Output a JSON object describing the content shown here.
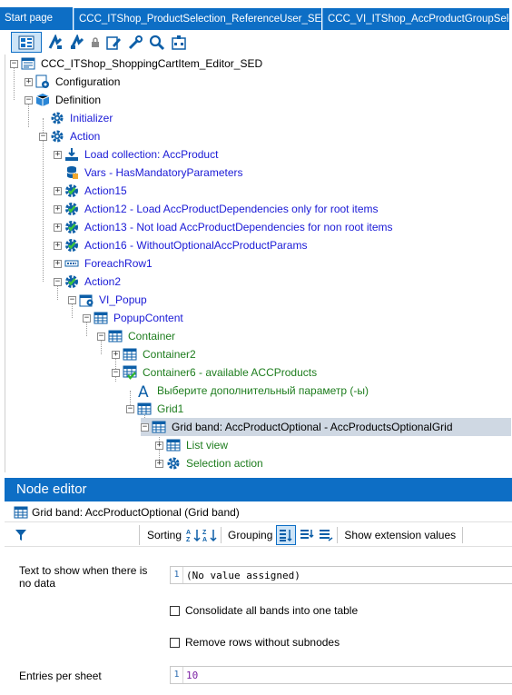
{
  "tabs": [
    {
      "label": "Start page"
    },
    {
      "label": "CCC_ITShop_ProductSelection_ReferenceUser_SED"
    },
    {
      "label": "CCC_VI_ITShop_AccProductGroupSelecto"
    }
  ],
  "tree": {
    "nodes": [
      {
        "label": "CCC_ITShop_ShoppingCartItem_Editor_SED",
        "color": "#000000",
        "icon": "form-editor-icon",
        "expander": "−"
      },
      {
        "label": "Configuration",
        "color": "#000000",
        "icon": "configuration-icon",
        "expander": "+"
      },
      {
        "label": "Definition",
        "color": "#000000",
        "icon": "definition-cube-icon",
        "expander": "−"
      },
      {
        "label": "Initializer",
        "color": "#1a1ad6",
        "icon": "gear-icon",
        "expander": ""
      },
      {
        "label": "Action",
        "color": "#1a1ad6",
        "icon": "gear-icon",
        "expander": "−"
      },
      {
        "label": "Load collection: AccProduct",
        "color": "#1a1ad6",
        "icon": "load-collection-icon",
        "expander": "+"
      },
      {
        "label": "Vars - HasMandatoryParameters",
        "color": "#1a1ad6",
        "icon": "database-icon",
        "expander": ""
      },
      {
        "label": "Action15",
        "color": "#1a1ad6",
        "icon": "gear-check-icon",
        "expander": "+"
      },
      {
        "label": "Action12 - Load AccProductDependencies only for root items",
        "color": "#1a1ad6",
        "icon": "gear-check-icon",
        "expander": "+"
      },
      {
        "label": "Action13 - Not load AccProductDependencies for non root items",
        "color": "#1a1ad6",
        "icon": "gear-check-icon",
        "expander": "+"
      },
      {
        "label": "Action16 - WithoutOptionalAccProductParams",
        "color": "#1a1ad6",
        "icon": "gear-check-icon",
        "expander": "+"
      },
      {
        "label": "ForeachRow1",
        "color": "#1a1ad6",
        "icon": "foreach-icon",
        "expander": "+"
      },
      {
        "label": "Action2",
        "color": "#1a1ad6",
        "icon": "gear-check-icon",
        "expander": "−"
      },
      {
        "label": "VI_Popup",
        "color": "#1a1ad6",
        "icon": "popup-icon",
        "expander": "−"
      },
      {
        "label": "PopupContent",
        "color": "#1a1ad6",
        "icon": "grid-container-icon",
        "expander": "−"
      },
      {
        "label": "Container",
        "color": "#1e7d1e",
        "icon": "grid-container-icon",
        "expander": "−"
      },
      {
        "label": "Container2",
        "color": "#1e7d1e",
        "icon": "grid-container-icon",
        "expander": "+"
      },
      {
        "label": "Container6 - available ACCProducts",
        "color": "#1e7d1e",
        "icon": "grid-container-check-icon",
        "expander": "−"
      },
      {
        "label": "Выберите дополнительный параметр (-ы)",
        "color": "#1e7d1e",
        "icon": "text-a-icon",
        "expander": ""
      },
      {
        "label": "Grid1",
        "color": "#1e7d1e",
        "icon": "grid-container-icon",
        "expander": "−"
      },
      {
        "label": "Grid band: AccProductOptional - AccProductsOptionalGrid",
        "color": "#000000",
        "icon": "grid-container-icon",
        "expander": "−"
      },
      {
        "label": "List view",
        "color": "#1e7d1e",
        "icon": "grid-container-icon",
        "expander": "+"
      },
      {
        "label": "Selection action",
        "color": "#1e7d1e",
        "icon": "gear-icon",
        "expander": "+"
      }
    ]
  },
  "node_editor": {
    "title": "Node editor",
    "subtitle": "Grid band: AccProductOptional (Grid band)",
    "toolbar": {
      "sorting_label": "Sorting",
      "grouping_label": "Grouping",
      "show_extension_label": "Show extension values"
    },
    "props": {
      "no_data_label_line1": "Text to show when there is",
      "no_data_label_line2": "no data",
      "no_data_line": "1",
      "no_data_value": "(No value assigned)",
      "consolidate_label": "Consolidate all bands into one table",
      "consolidate_checked": false,
      "remove_rows_label": "Remove rows without subnodes",
      "remove_rows_checked": false,
      "entries_label": "Entries per sheet",
      "entries_line": "1",
      "entries_value": "10"
    }
  },
  "colors": {
    "accent": "#0d6ec5",
    "node_blue": "#1a1ad6",
    "node_green": "#1e7d1e",
    "selection": "#cfd8e3"
  }
}
